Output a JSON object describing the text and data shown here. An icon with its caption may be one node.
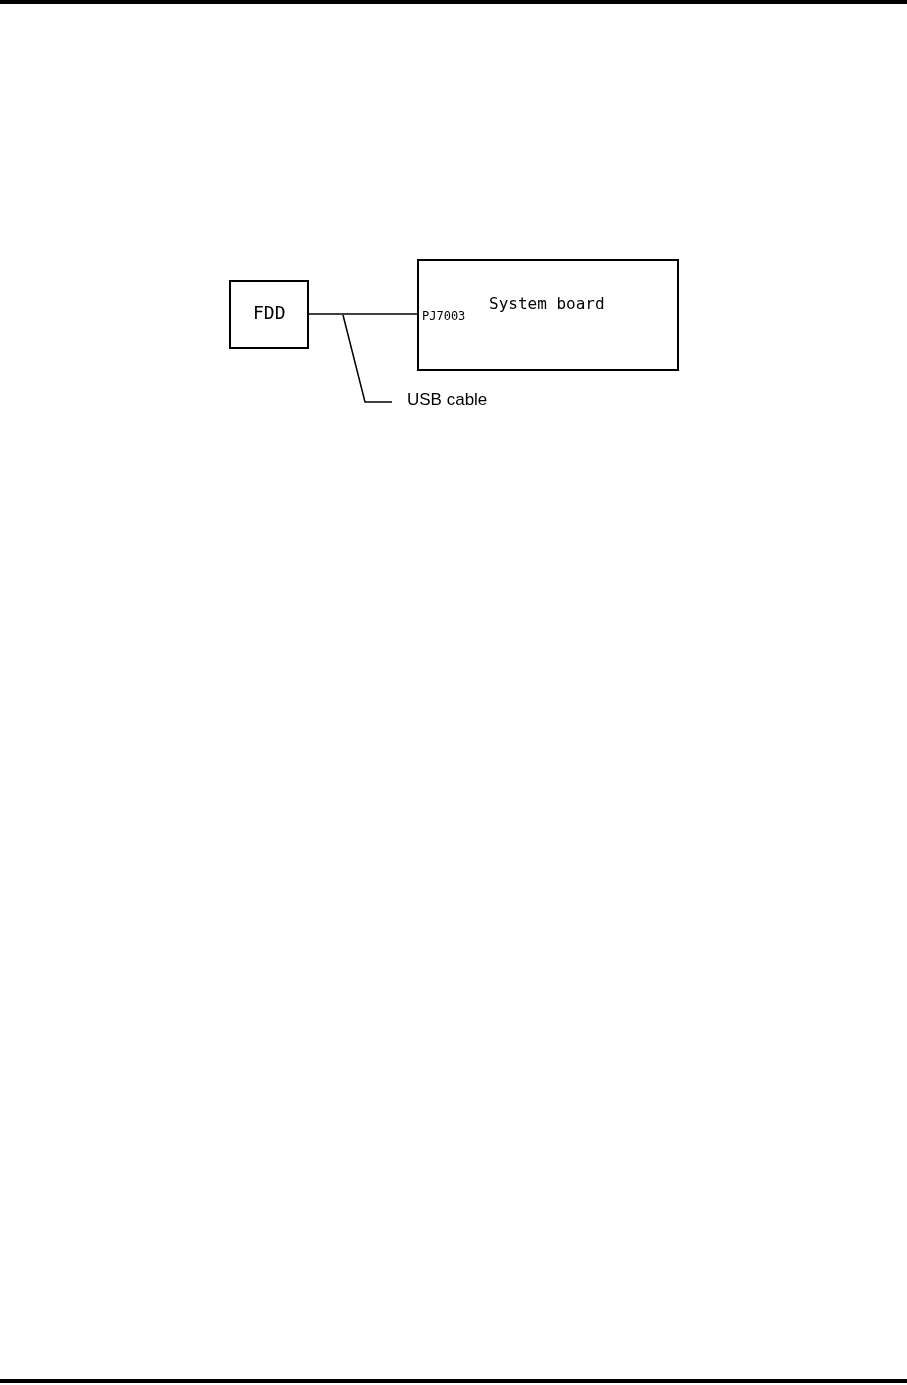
{
  "diagram": {
    "nodes": [
      {
        "text": [
          "FDD"
        ]
      },
      {
        "text": [
          "System board",
          "PJ7003"
        ]
      },
      {
        "text": [
          "USB cable"
        ]
      }
    ],
    "edges": [
      {
        "from": 0,
        "to": 1,
        "arrow": "none"
      },
      {
        "from": 2,
        "to": null,
        "arrow": "none"
      }
    ]
  }
}
